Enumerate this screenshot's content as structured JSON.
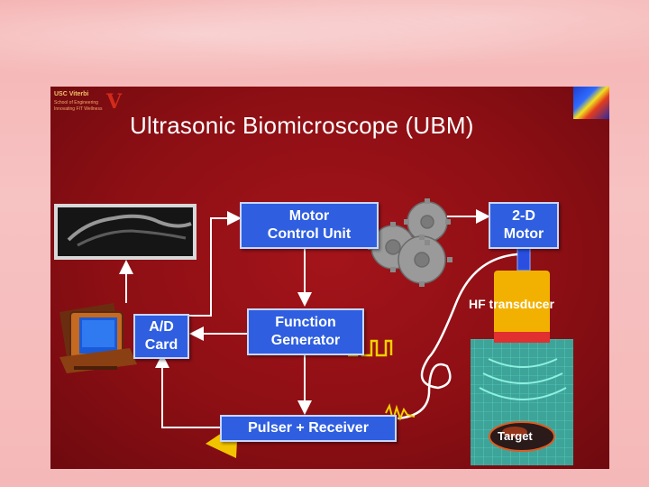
{
  "slide": {
    "title": "Ultrasonic Biomicroscope (UBM)",
    "logo": {
      "line1": "USC Viterbi",
      "line2": "School of Engineering",
      "line3": "Innovating FIT Wellness",
      "mark": "V"
    }
  },
  "blocks": {
    "motor_control": [
      "Motor",
      "Control Unit"
    ],
    "motor_2d": [
      "2-D",
      "Motor"
    ],
    "function_gen": [
      "Function",
      "Generator"
    ],
    "ad_card": [
      "A/D",
      "Card"
    ],
    "pulser": "Pulser + Receiver"
  },
  "labels": {
    "hf_transducer": "HF transducer",
    "target": "Target"
  },
  "colors": {
    "block_fill": "#2f5fe0",
    "slide_bg": "#8d0f14",
    "arrow": "#ffffff",
    "transducer": "#f2b100"
  }
}
